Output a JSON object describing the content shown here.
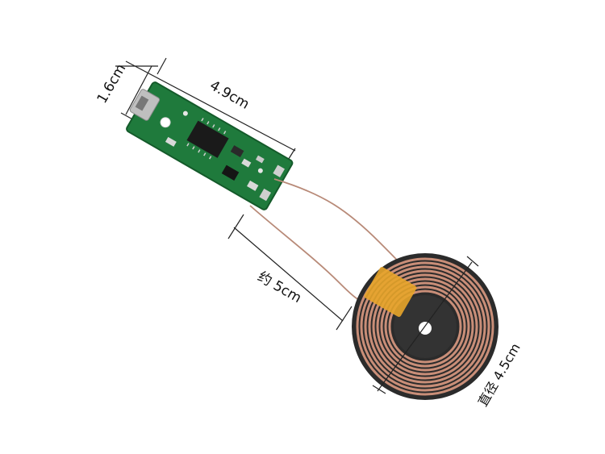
{
  "image": {
    "subject": "wireless-charging-transmitter-module",
    "colors": {
      "pcb": "#1f7a3c",
      "pcb_dark": "#145a2a",
      "coil_copper": "#c98e78",
      "coil_base": "#2b2b2b",
      "tape": "#e8a52a",
      "wire": "#b88a78",
      "usb_port": "#bfbfbf"
    },
    "labels": {
      "width": "4.9cm",
      "height": "1.6cm",
      "wire_length": "约 5cm",
      "diameter": "直径 4.5cm"
    }
  }
}
